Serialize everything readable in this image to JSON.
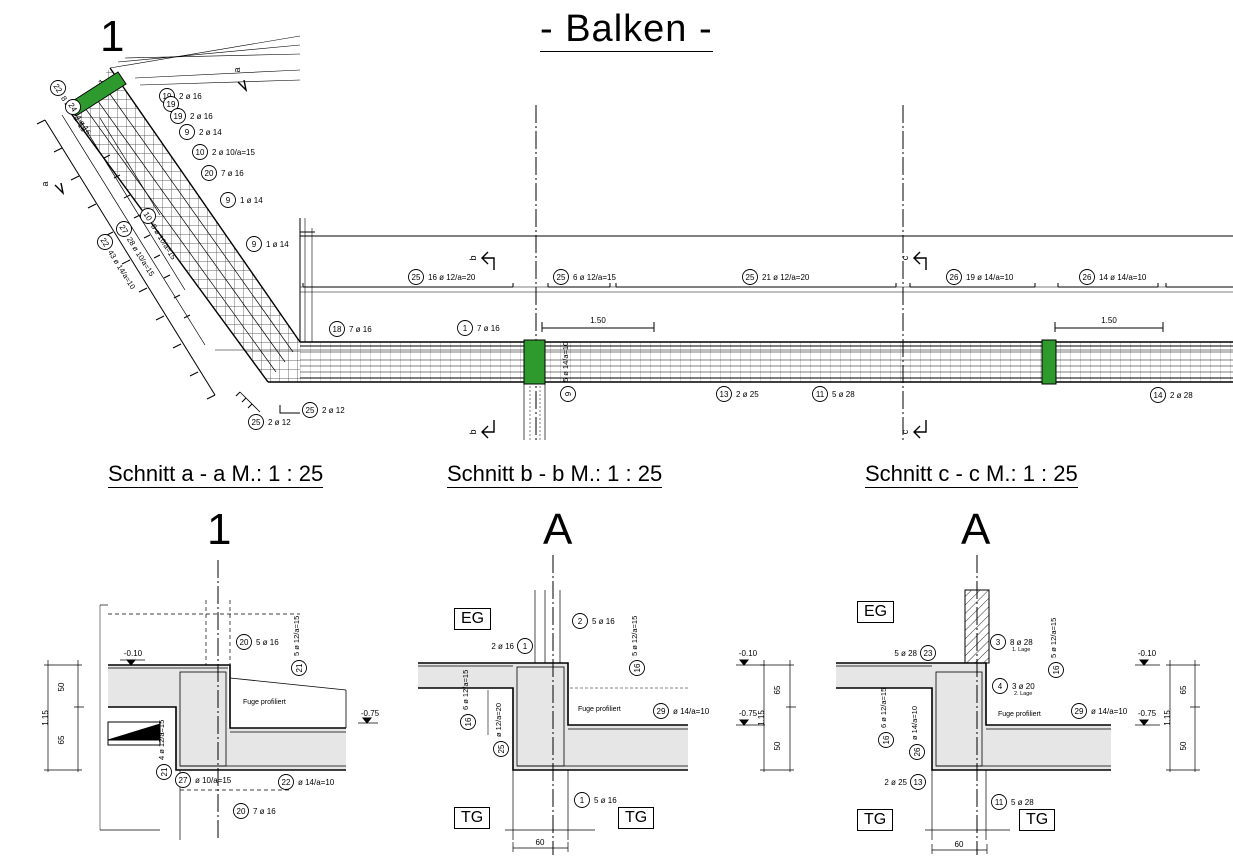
{
  "title": "- Balken -",
  "sections": {
    "aa": "Schnitt  a - a  M.:  1 : 25",
    "bb": "Schnitt  b - b  M.:  1 : 25",
    "cc": "Schnitt  c - c  M.:  1 : 25"
  },
  "axis_labels": {
    "one_top": "1",
    "one": "1",
    "a_b": "A",
    "a_c": "A"
  },
  "cut_letters": {
    "a": "a",
    "b": "b",
    "c": "c"
  },
  "floors": {
    "eg": "EG",
    "tg": "TG"
  },
  "plan_bars": {
    "b25a": {
      "n": "25",
      "t": "16 ø 12/a=20"
    },
    "b25b": {
      "n": "25",
      "t": "6 ø 12/a=15"
    },
    "b25c": {
      "n": "25",
      "t": "21 ø 12/a=20"
    },
    "b26a": {
      "n": "26",
      "t": "19 ø 14/a=10"
    },
    "b26b": {
      "n": "26",
      "t": "14 ø 14/a=10"
    },
    "b18": {
      "n": "18",
      "t": "7 ø 16"
    },
    "b1": {
      "n": "1",
      "t": "7 ø 16"
    },
    "b9": {
      "n": "9",
      "t": "5 ø 14/a=10"
    },
    "b13": {
      "n": "13",
      "t": "2 ø 25"
    },
    "b11": {
      "n": "11",
      "t": "5 ø 28"
    },
    "b14": {
      "n": "14",
      "t": "2 ø 28"
    },
    "b25d": {
      "n": "25",
      "t": "2 ø 12"
    },
    "b25e": {
      "n": "25",
      "t": "2 ø 12"
    },
    "d150a": "1.50",
    "d150b": "1.50"
  },
  "diag_bars": {
    "l1": {
      "n": "19",
      "t": "2 ø 16"
    },
    "l2": {
      "n": "19",
      "t": "2 ø 16"
    },
    "l3": {
      "n": "19",
      "t": "2 ø 16"
    },
    "l4": {
      "n": "9",
      "t": "2 ø 14"
    },
    "l5": {
      "n": "10",
      "t": "2 ø 10/a=15"
    },
    "l6": {
      "n": "20",
      "t": "7 ø 16"
    },
    "l7": {
      "n": "9",
      "t": "1 ø 14"
    },
    "r22": {
      "n": "22",
      "t": "8 ø 10/a=15"
    },
    "r24": {
      "n": "24",
      "t": "4 ø 16"
    },
    "s10": {
      "n": "10",
      "t": "8 ø 10/a=15"
    },
    "s27": {
      "n": "27",
      "t": "28 ø 10/a=15"
    },
    "s22": {
      "n": "22",
      "t": "43 ø 14/a=10"
    }
  },
  "sec_a": {
    "b20a": {
      "n": "20",
      "t": "5 ø 16"
    },
    "b21a": {
      "n": "21",
      "t": "5 ø 12/a=15"
    },
    "b21b": {
      "n": "21",
      "t": "4 ø 12/a=15"
    },
    "b27": {
      "n": "27",
      "t": "ø 10/a=15"
    },
    "b22": {
      "n": "22",
      "t": "ø 14/a=10"
    },
    "b20b": {
      "n": "20",
      "t": "7 ø 16"
    },
    "lv1": "-0.10",
    "lv2": "-0.75",
    "fuge": "Fuge profiliert",
    "d50": "50",
    "d65": "65",
    "d115": "1.15"
  },
  "sec_b": {
    "b2": {
      "n": "2",
      "t": "5 ø 16"
    },
    "b1a": {
      "n": "1",
      "t": "2 ø 16"
    },
    "b16a": {
      "n": "16",
      "t": "5 ø 12/a=15"
    },
    "b29": {
      "n": "29",
      "t": "ø 14/a=10"
    },
    "b16b": {
      "n": "16",
      "t": "6 ø 12/a=15"
    },
    "b25": {
      "n": "25",
      "t": "ø 12/a=20"
    },
    "b1b": {
      "n": "1",
      "t": "5 ø 16"
    },
    "fuge": "Fuge profiliert",
    "d60": "60"
  },
  "sec_c": {
    "b3": {
      "n": "3",
      "t": "8 ø 28",
      "s": "1. Lage"
    },
    "b4": {
      "n": "4",
      "t": "3 ø 20",
      "s": "2. Lage"
    },
    "b23": {
      "n": "23",
      "t": "5 ø 28"
    },
    "b16a": {
      "n": "16",
      "t": "5 ø 12/a=15"
    },
    "b29": {
      "n": "29",
      "t": "ø 14/a=10"
    },
    "b16b": {
      "n": "16",
      "t": "6 ø 12/a=15"
    },
    "b26": {
      "n": "26",
      "t": "ø 14/a=10"
    },
    "b13": {
      "n": "13",
      "t": "2 ø 25"
    },
    "b11": {
      "n": "11",
      "t": "5 ø 28"
    },
    "fuge": "Fuge profiliert",
    "lv1l": "-0.10",
    "lv2l": "-0.75",
    "lv1r": "-0.10",
    "lv2r": "-0.75",
    "d65": "65",
    "d50": "50",
    "d115": "1.15",
    "d65r": "65",
    "d50r": "50",
    "d115r": "1.15",
    "d60": "60"
  },
  "colors": {
    "joint": "#2e9a2e",
    "slab": "#e6e6e6"
  }
}
